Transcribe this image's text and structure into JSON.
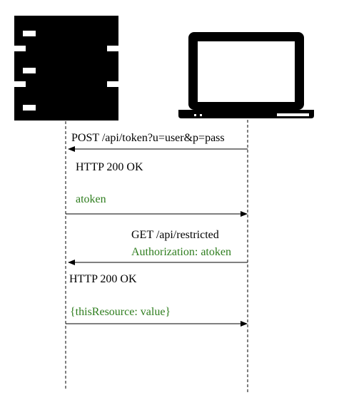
{
  "colors": {
    "ink": "#000000",
    "accent": "#2e7d1e",
    "background": "#ffffff"
  },
  "icons": {
    "server": "server-icon",
    "client": "laptop-icon"
  },
  "messages": [
    {
      "text": "POST /api/token?u=user&p=pass",
      "direction": "right-to-left",
      "color": "#000000"
    },
    {
      "text": "HTTP 200 OK",
      "direction": "none",
      "color": "#000000"
    },
    {
      "text": "atoken",
      "direction": "left-to-right",
      "color": "#2e7d1e"
    },
    {
      "text": "GET /api/restricted",
      "direction": "none",
      "color": "#000000"
    },
    {
      "text": "Authorization: atoken",
      "direction": "right-to-left",
      "color": "#2e7d1e"
    },
    {
      "text": "HTTP 200 OK",
      "direction": "none",
      "color": "#000000"
    },
    {
      "text": "{thisResource: value}",
      "direction": "left-to-right",
      "color": "#2e7d1e"
    }
  ]
}
